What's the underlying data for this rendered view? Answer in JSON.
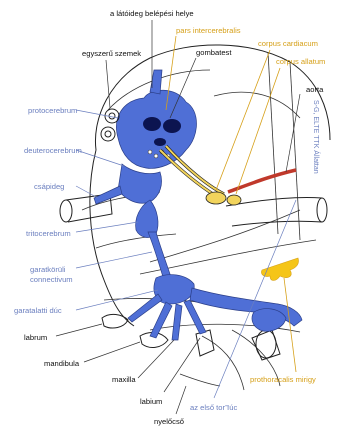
{
  "labels": {
    "latoideg": "a látóideg belépési helye",
    "pars_intercerebralis": "pars intercerebralis",
    "gombatest": "gombatest",
    "corpus_cardiacum": "corpus cardiacum",
    "corpus_allatum": "corpus allatum",
    "egyszeru_szemek": "egyszerű szemek",
    "aorta": "aorta",
    "protocerebrum": "protocerebrum",
    "deuterocerebrum": "deuterocerebrum",
    "csapideg": "csápideg",
    "tritocerebrum": "tritocerebrum",
    "garatkoruli_1": "garatkörüli",
    "garatkoruli_2": "connectivum",
    "garatalatti_duc": "garatalatti dúc",
    "labrum": "labrum",
    "mandibula": "mandibula",
    "maxilla": "maxilla",
    "labium": "labium",
    "prothoracalis_mirigy": "prothoracalis mirigy",
    "az_elso_torduc": "az első torדúc",
    "nyelocso": "nyelőcső",
    "credit": "S-G, ELTE TTK Állattan"
  },
  "colors": {
    "nervous_system": "#4f6fd6",
    "neurosecretory": "#f2d45c",
    "aorta": "#c0392b",
    "prothoracic_gland": "#f5c518",
    "label_blue": "#6b7fbf",
    "label_gold": "#d6a019"
  }
}
